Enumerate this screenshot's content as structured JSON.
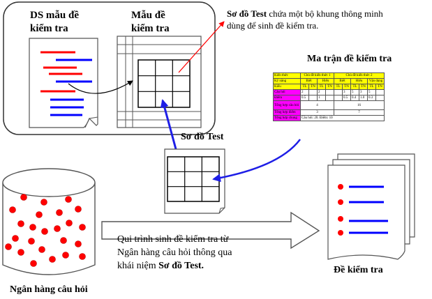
{
  "labels": {
    "ds_mau_line1": "DS mẫu đề",
    "ds_mau_line2": "kiểm tra",
    "mau_de_line1": "Mẫu đề",
    "mau_de_line2": "kiểm tra",
    "so_do_test_bold": "Sơ đồ Test",
    "so_do_test_desc1": " chứa một bộ khung thông minh",
    "so_do_test_desc2": "dùng để sinh đề kiểm tra.",
    "ma_tran_title": "Ma trận đề kiểm tra",
    "so_do_test_center": "Sơ đồ Test",
    "quy_trinh_line1": "Qui trình sinh đề kiểm tra từ",
    "quy_trinh_line2": "Ngân hàng câu hỏi thông qua",
    "quy_trinh_line3_plain": "khái niệm ",
    "quy_trinh_line3_bold": "Sơ đồ Test.",
    "ngan_hang": "Ngân hàng câu hỏi",
    "de_kiem_tra": "Đề kiểm tra"
  },
  "matrix": {
    "r_kien_thuc": "Kiến thức",
    "chu_de_1": "Chủ đề kiến thức 1",
    "chu_de_2": "Chủ đề kiến thức 2",
    "r_ky_nang": "Kỹ năng",
    "biet": "Biết",
    "hieu": "Hiểu",
    "van_dung": "Vận dụng",
    "r_kieu": "Kiểu",
    "tl": "TL",
    "tn": "TN",
    "r_cau_hoi": "Câu hỏi",
    "cau_hoi": [
      "2",
      "",
      "2",
      "",
      "",
      "3",
      "5",
      "3",
      "5"
    ],
    "r_diem": "Điểm",
    "diem": [
      "0.5",
      "",
      "1",
      "",
      "",
      "0.5",
      "0.4",
      "1.0",
      "0.3"
    ],
    "r_tong_cau_hoi": "Tổng hợp câu hỏi",
    "tong_cau_hoi_1": "4",
    "tong_cau_hoi_2": "16",
    "r_tong_diem": "Tổng hợp điểm",
    "tong_diem_1": "3",
    "tong_diem_2": "7",
    "r_tong_chung": "Tổng hợp chung",
    "tong_chung": "Câu hỏi: 20. Điểm: 10"
  },
  "colors": {
    "red_line": "#ff0000",
    "blue_line": "#0000ff",
    "red_dot": "#ff0000",
    "blue_arrow": "#1e1ee6",
    "matrix_yellow": "#ffff00",
    "matrix_magenta": "#ff00ff"
  }
}
